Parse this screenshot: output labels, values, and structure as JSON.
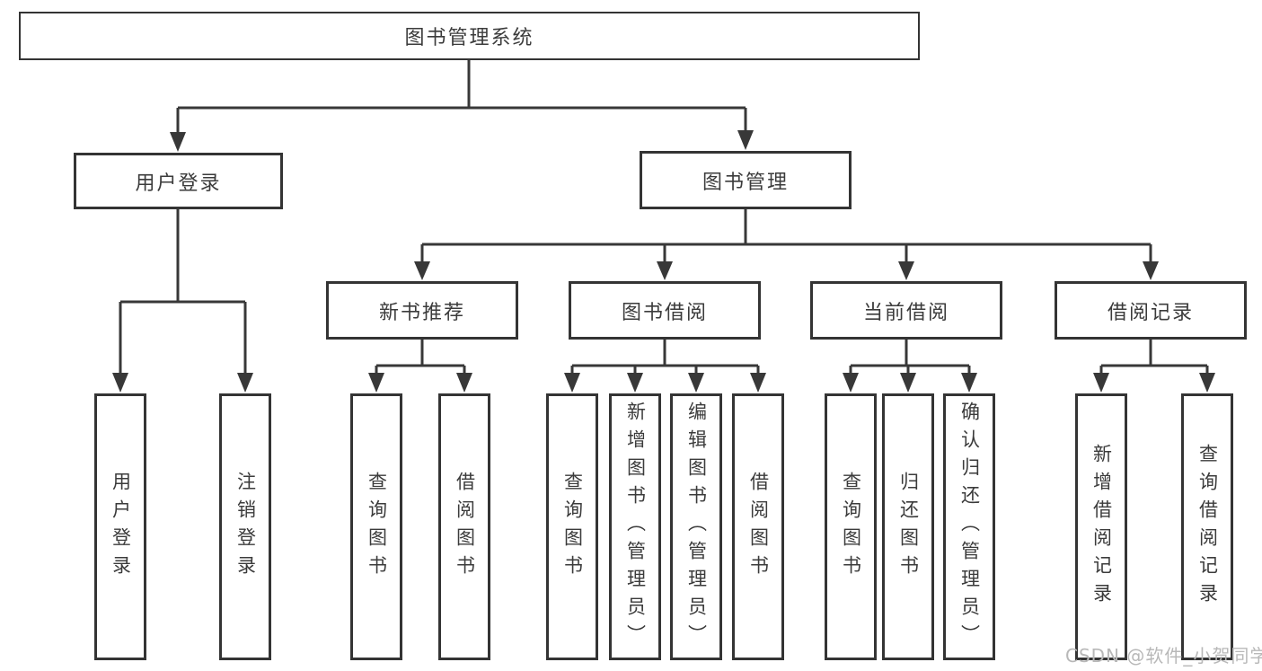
{
  "diagram": {
    "root": {
      "label": "图书管理系统"
    },
    "branches": [
      {
        "label": "用户登录",
        "children": [
          {
            "label": "用户登录"
          },
          {
            "label": "注销登录"
          }
        ]
      },
      {
        "label": "图书管理",
        "children": [
          {
            "label": "新书推荐",
            "children": [
              {
                "label": "查询图书"
              },
              {
                "label": "借阅图书"
              }
            ]
          },
          {
            "label": "图书借阅",
            "children": [
              {
                "label": "查询图书"
              },
              {
                "label": "新增图书（管理员）"
              },
              {
                "label": "编辑图书（管理员）"
              },
              {
                "label": "借阅图书"
              }
            ]
          },
          {
            "label": "当前借阅",
            "children": [
              {
                "label": "查询图书"
              },
              {
                "label": "归还图书"
              },
              {
                "label": "确认归还（管理员）"
              }
            ]
          },
          {
            "label": "借阅记录",
            "children": [
              {
                "label": "新增借阅记录"
              },
              {
                "label": "查询借阅记录"
              }
            ]
          }
        ]
      }
    ]
  },
  "watermark": {
    "text": "CSDN @软件_小贺同学"
  },
  "colors": {
    "line": "#383838",
    "box_border": "#343434",
    "text": "#3b3b3b",
    "watermark": "#b8b8b8",
    "background": "#ffffff"
  }
}
